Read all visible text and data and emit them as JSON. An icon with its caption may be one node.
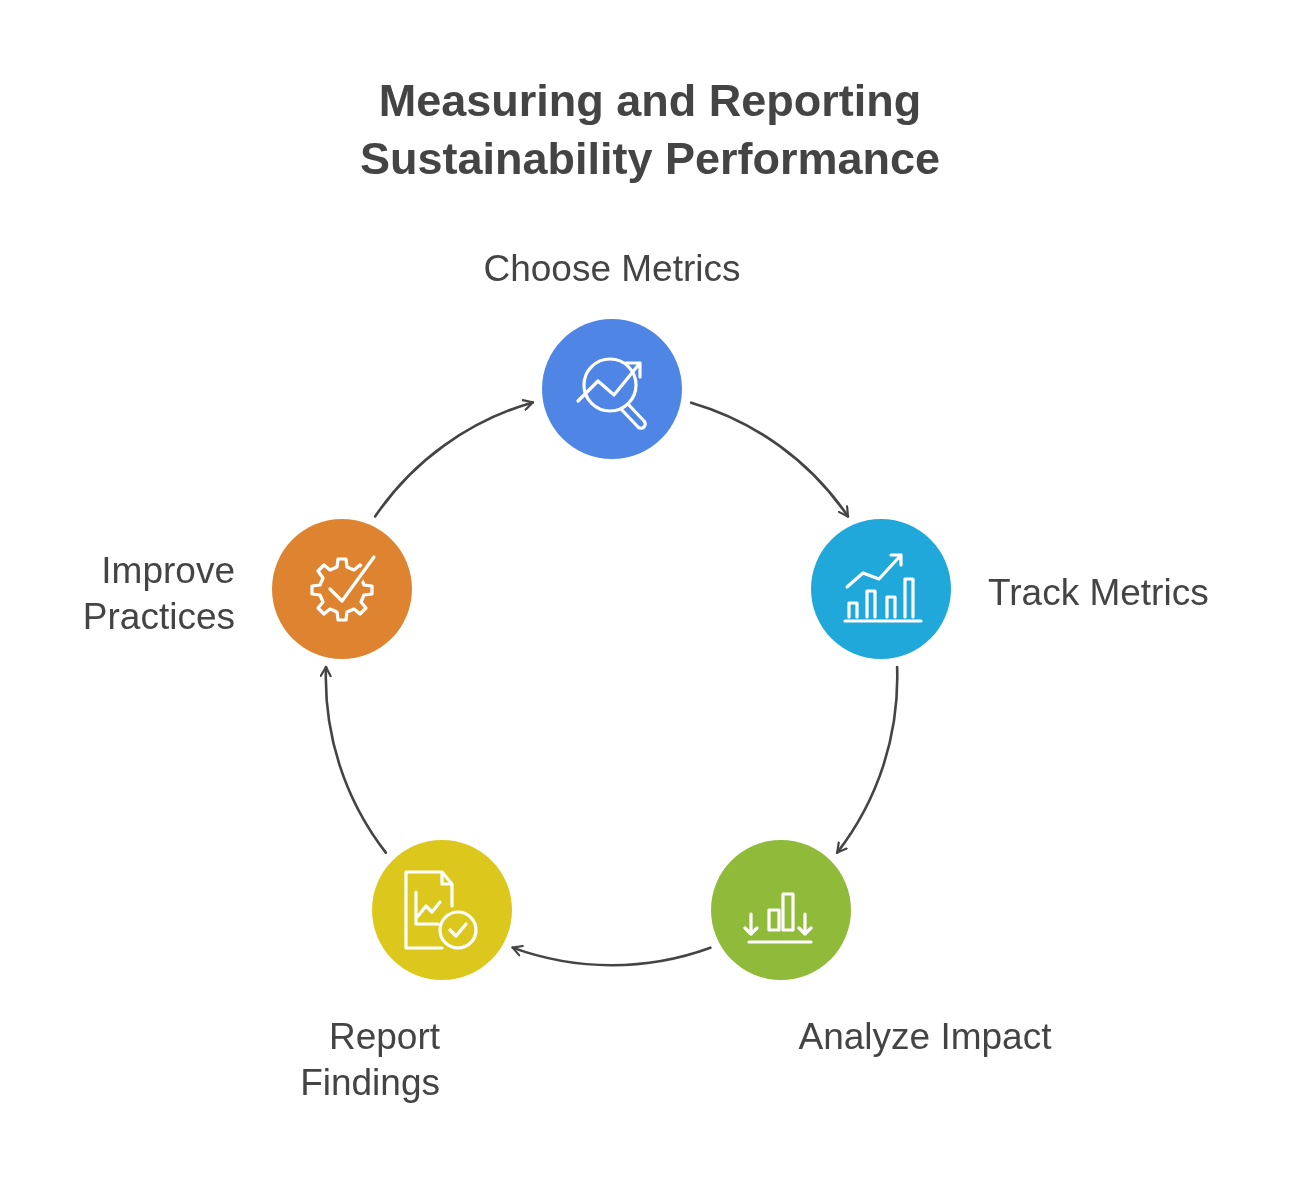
{
  "diagram": {
    "title": "Measuring and Reporting Sustainability Performance",
    "nodes": [
      {
        "text": [],
        "shape": "circle",
        "beside": [
          "Choose Metrics"
        ]
      },
      {
        "text": [],
        "shape": "circle",
        "beside": [
          "Track Metrics"
        ]
      },
      {
        "text": [],
        "shape": "circle",
        "beside": [
          "Analyze Impact"
        ]
      },
      {
        "text": [],
        "shape": "circle",
        "beside": [
          "Report Findings"
        ]
      },
      {
        "text": [],
        "shape": "circle",
        "beside": [
          "Improve Practices"
        ]
      }
    ],
    "edges": [
      {
        "from": 0,
        "to": 1,
        "arrow": "to"
      },
      {
        "from": 1,
        "to": 2,
        "arrow": "to"
      },
      {
        "from": 2,
        "to": 3,
        "arrow": "to"
      },
      {
        "from": 3,
        "to": 4,
        "arrow": "to"
      },
      {
        "from": 4,
        "to": 0,
        "arrow": "to"
      }
    ]
  }
}
